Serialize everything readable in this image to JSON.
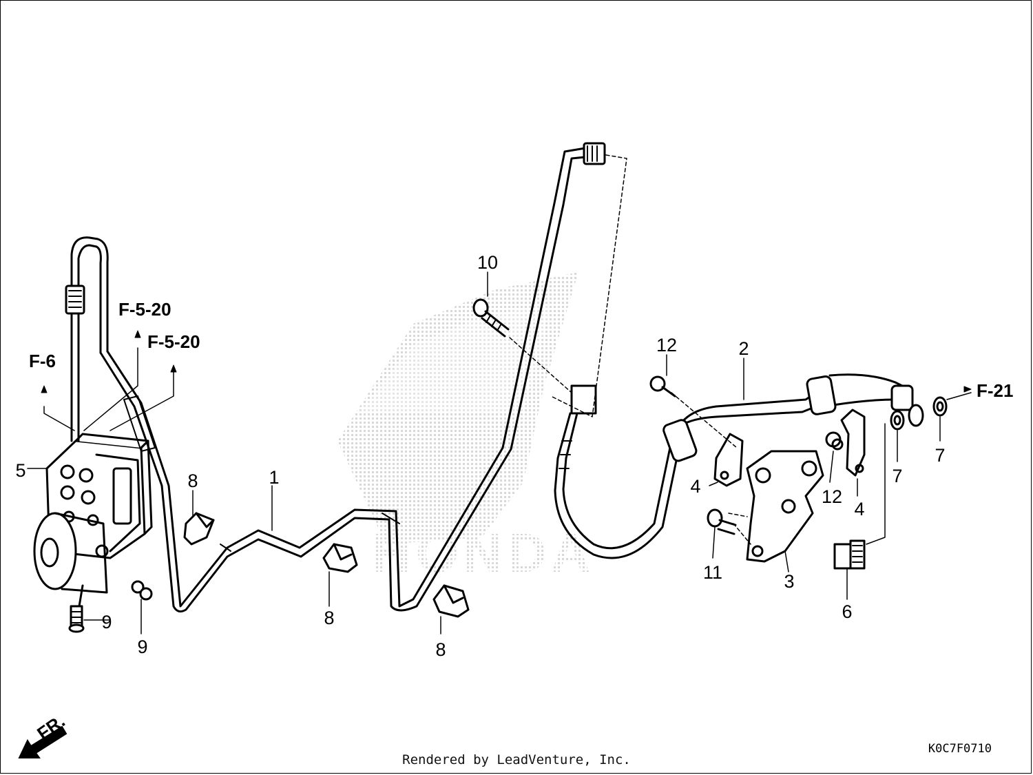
{
  "callouts": {
    "c1": "1",
    "c2": "2",
    "c3": "3",
    "c4a": "4",
    "c4b": "4",
    "c5": "5",
    "c6": "6",
    "c7a": "7",
    "c7b": "7",
    "c8a": "8",
    "c8b": "8",
    "c8c": "8",
    "c9a": "9",
    "c9b": "9",
    "c10": "10",
    "c11": "11",
    "c12a": "12",
    "c12b": "12"
  },
  "references": {
    "f6": "F-6",
    "f520a": "F-5-20",
    "f520b": "F-5-20",
    "f21": "F-21"
  },
  "direction_label": "FR.",
  "diagram_code": "K0C7F0710",
  "credit": "Rendered by LeadVenture, Inc.",
  "colors": {
    "ink": "#000000",
    "watermark": "#d9d9d9",
    "background": "#ffffff"
  }
}
